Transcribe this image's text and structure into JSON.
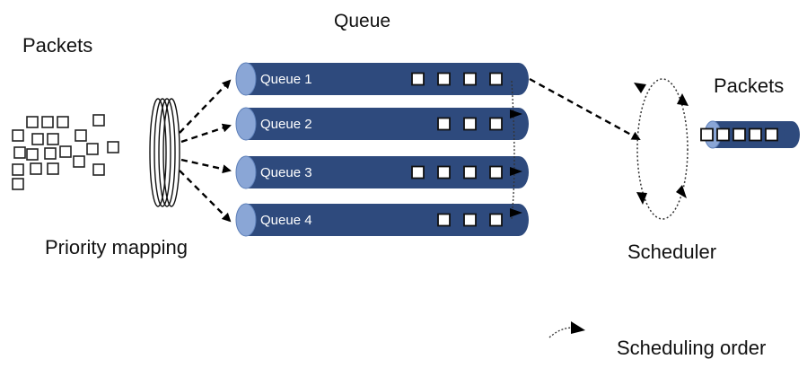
{
  "labels": {
    "queue_title": "Queue",
    "packets_in": "Packets",
    "packets_out": "Packets",
    "priority_mapping": "Priority mapping",
    "scheduler": "Scheduler",
    "legend": "Scheduling order"
  },
  "queues": [
    {
      "label": "Queue 1",
      "packets": 4
    },
    {
      "label": "Queue 2",
      "packets": 3
    },
    {
      "label": "Queue 3",
      "packets": 4
    },
    {
      "label": "Queue 4",
      "packets": 3
    }
  ],
  "output_packets": 5,
  "colors": {
    "pipe": "#2e4a7d",
    "pipe_cap": "#8aa6d6",
    "pipe_cap_stroke": "#5d7fb8",
    "arrow": "#000000"
  }
}
